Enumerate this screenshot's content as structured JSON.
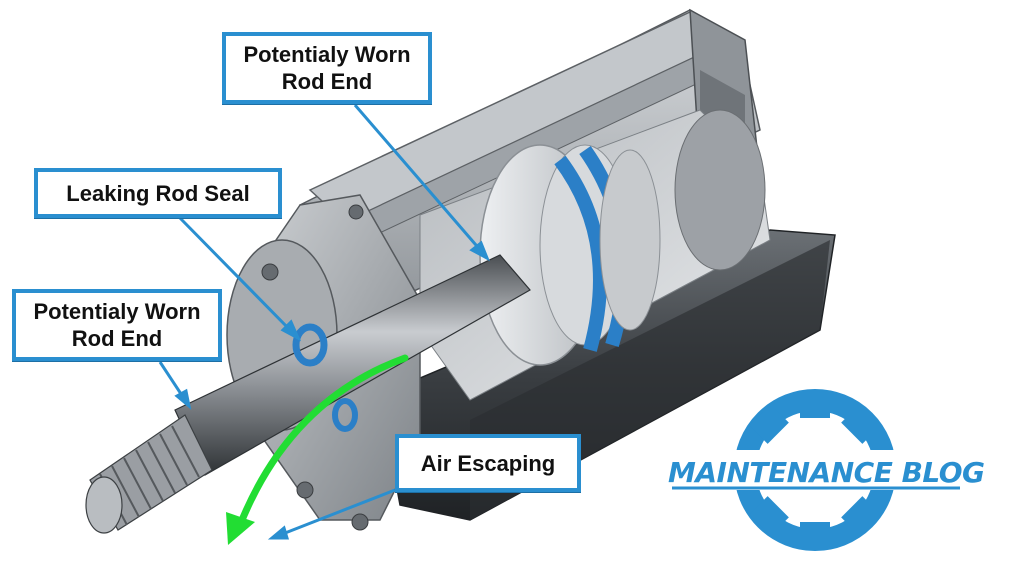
{
  "callouts": {
    "top_rod_end": {
      "line1": "Potentialy Worn",
      "line2": "Rod End"
    },
    "rod_seal": {
      "label": "Leaking Rod Seal"
    },
    "left_rod_end": {
      "line1": "Potentialy Worn",
      "line2": "Rod End"
    },
    "air_escaping": {
      "label": "Air Escaping"
    }
  },
  "logo": {
    "text": "MAINTENANCE BLOG"
  },
  "colors": {
    "callout_border": "#2a8fd0",
    "seal_blue": "#2b7fc7",
    "air_arrow": "#22dd33",
    "logo_blue": "#2a8fd0"
  }
}
